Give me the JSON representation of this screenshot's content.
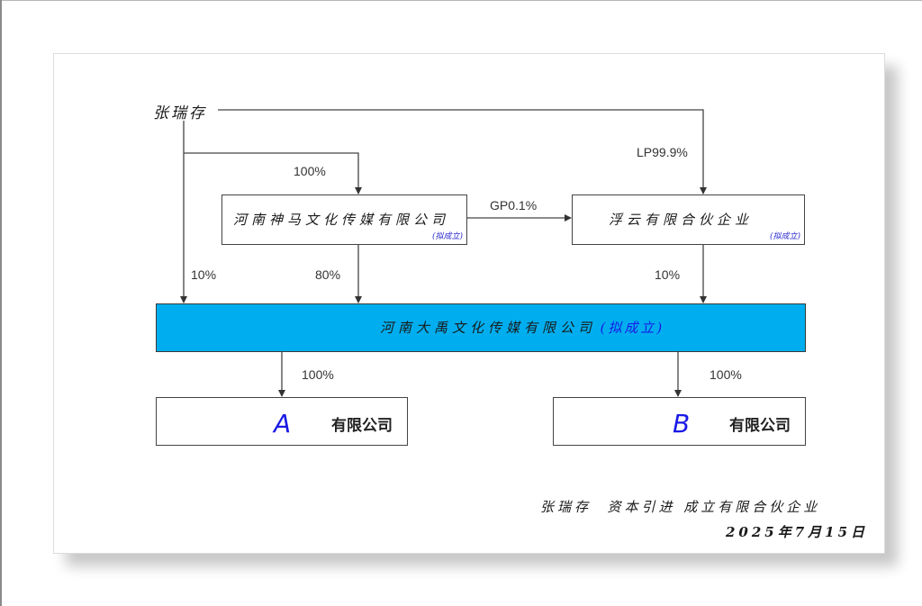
{
  "shareholder": {
    "name": "张瑞存"
  },
  "edges": {
    "to_shenma": "100%",
    "to_fuyun": "LP99.9%",
    "shenma_to_fuyun": "GP0.1%",
    "person_to_dayu": "10%",
    "shenma_to_dayu": "80%",
    "fuyun_to_dayu": "10%",
    "dayu_to_a": "100%",
    "dayu_to_b": "100%"
  },
  "entities": {
    "shenma": {
      "name": "河南神马文化传媒有限公司",
      "note": "(拟成立)"
    },
    "fuyun": {
      "name": "浮云有限合伙企业",
      "note": "(拟成立)"
    },
    "dayu": {
      "name": "河南大禹文化传媒有限公司",
      "note": "(拟成立)"
    },
    "sub_a": {
      "letter": "A",
      "suffix": "有限公司"
    },
    "sub_b": {
      "letter": "B",
      "suffix": "有限公司"
    }
  },
  "footer": {
    "signature_line": "张瑞存  资本引进 成立有限合伙企业",
    "date": "2025年7月15日"
  },
  "colors": {
    "bar": "#00aeef",
    "note": "#2a2ad0",
    "letter": "#1a1ae6"
  }
}
